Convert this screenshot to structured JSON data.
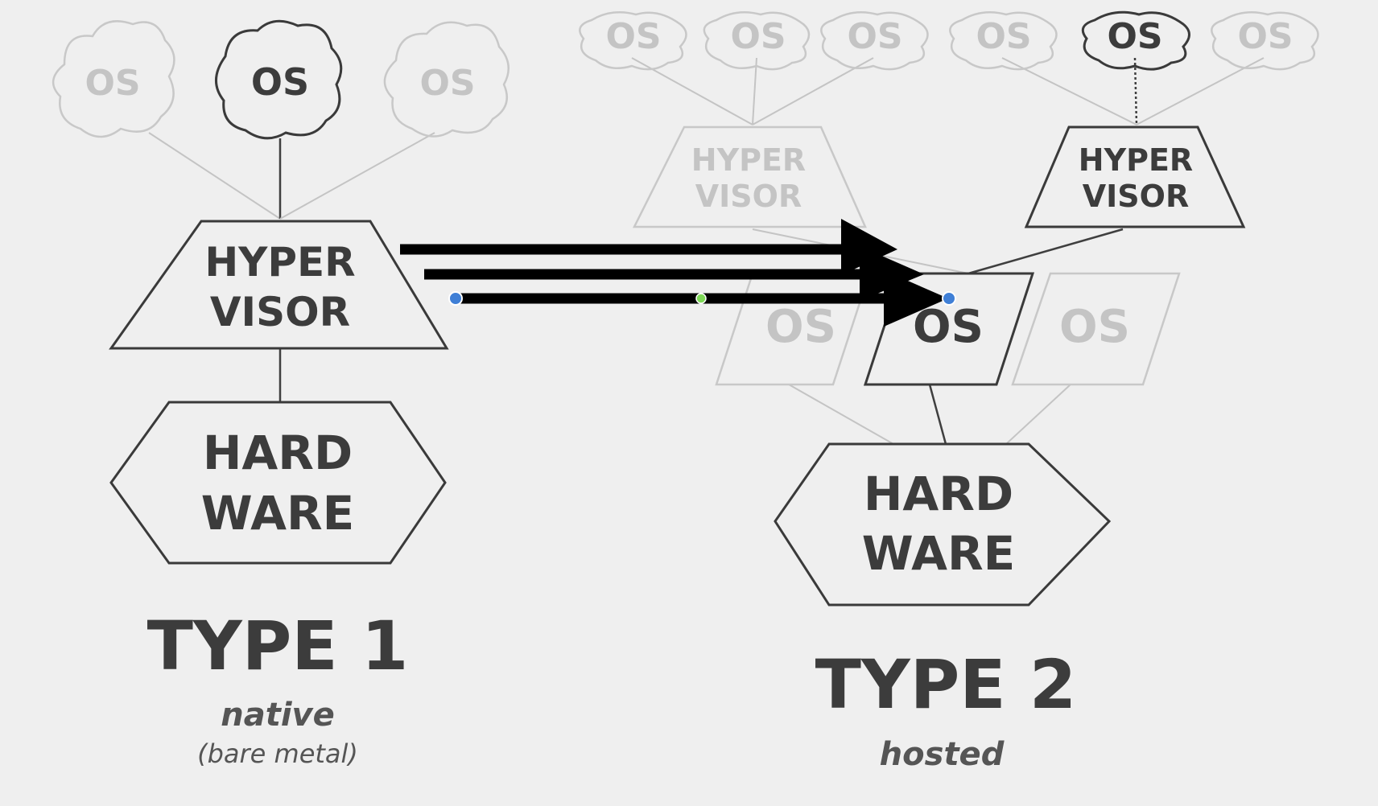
{
  "type1": {
    "os_left": "OS",
    "os_center": "OS",
    "os_right": "OS",
    "hypervisor_line1": "HYPER",
    "hypervisor_line2": "VISOR",
    "hardware_line1": "HARD",
    "hardware_line2": "WARE",
    "title": "TYPE 1",
    "subtitle": "native",
    "subtitle2": "(bare metal)"
  },
  "type2": {
    "cloud_os": [
      "OS",
      "OS",
      "OS",
      "OS",
      "OS",
      "OS"
    ],
    "hypervisor_left_line1": "HYPER",
    "hypervisor_left_line2": "VISOR",
    "hypervisor_right_line1": "HYPER",
    "hypervisor_right_line2": "VISOR",
    "host_os_left": "OS",
    "host_os_center": "OS",
    "host_os_right": "OS",
    "hardware_line1": "HARD",
    "hardware_line2": "WARE",
    "title": "TYPE 2",
    "subtitle": "hosted"
  },
  "colors": {
    "background": "#efefef",
    "faint": "#c4c4c4",
    "bold": "#3c3c3c",
    "arrow": "#000000",
    "handle_endpoint": "#3f7fd6",
    "handle_mid": "#7ed957"
  }
}
